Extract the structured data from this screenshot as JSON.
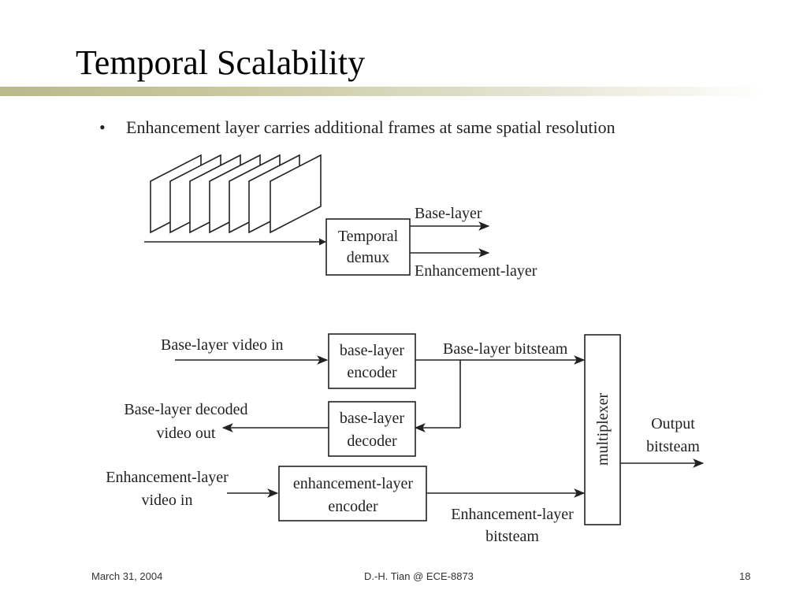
{
  "slide": {
    "title": "Temporal Scalability",
    "bullet": "Enhancement layer carries additional frames at same spatial resolution"
  },
  "demux_diagram": {
    "block_line1": "Temporal",
    "block_line2": "demux",
    "base_output": "Base-layer",
    "enhancement_output": "Enhancement-layer"
  },
  "codec_diagram": {
    "base_input": "Base-layer video in",
    "base_encoder_line1": "base-layer",
    "base_encoder_line2": "encoder",
    "base_bitstream": "Base-layer bitsteam",
    "base_decoder_line1": "base-layer",
    "base_decoder_line2": "decoder",
    "decoded_out_line1": "Base-layer decoded",
    "decoded_out_line2": "video out",
    "enh_input_line1": "Enhancement-layer",
    "enh_input_line2": "video in",
    "enh_encoder_line1": "enhancement-layer",
    "enh_encoder_line2": "encoder",
    "enh_bitstream_line1": "Enhancement-layer",
    "enh_bitstream_line2": "bitsteam",
    "multiplexer": "multiplexer",
    "output_line1": "Output",
    "output_line2": "bitsteam"
  },
  "footer": {
    "date": "March 31, 2004",
    "author": "D.-H. Tian @ ECE-8873",
    "page": "18"
  }
}
